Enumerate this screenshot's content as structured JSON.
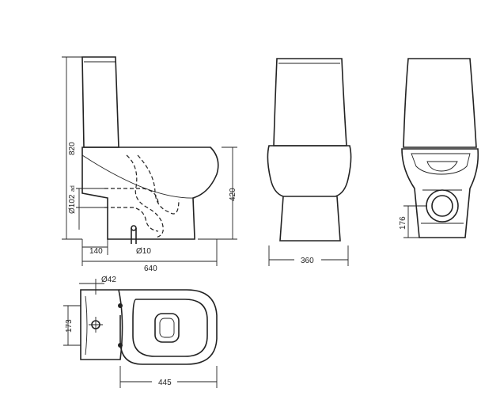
{
  "dimensions": {
    "height_total": "820",
    "height_bowl": "420",
    "outlet_diameter": "Ø102",
    "outlet_diameter_sub": "ad",
    "offset_140": "140",
    "depth_640": "640",
    "water_inlet": "Ø10",
    "width_360": "360",
    "rear_176": "176",
    "tap_hole": "Ø42",
    "fix_173": "173",
    "fix_445": "445"
  }
}
